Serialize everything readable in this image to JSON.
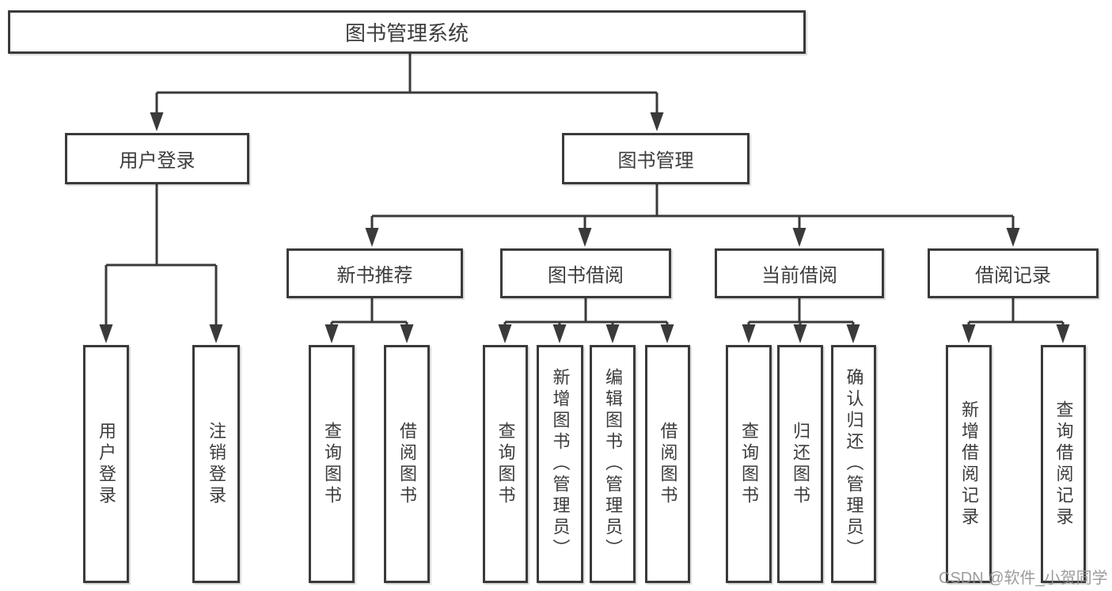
{
  "diagram": {
    "root": {
      "label": "图书管理系统"
    },
    "branches": [
      {
        "label": "用户登录",
        "children": [
          {
            "label": "用户登录"
          },
          {
            "label": "注销登录"
          }
        ]
      },
      {
        "label": "图书管理",
        "children": [
          {
            "label": "新书推荐",
            "children": [
              {
                "label": "查询图书"
              },
              {
                "label": "借阅图书"
              }
            ]
          },
          {
            "label": "图书借阅",
            "children": [
              {
                "label": "查询图书"
              },
              {
                "label": "新增图书（管理员）"
              },
              {
                "label": "编辑图书（管理员）"
              },
              {
                "label": "借阅图书"
              }
            ]
          },
          {
            "label": "当前借阅",
            "children": [
              {
                "label": "查询图书"
              },
              {
                "label": "归还图书"
              },
              {
                "label": "确认归还（管理员）"
              }
            ]
          },
          {
            "label": "借阅记录",
            "children": [
              {
                "label": "新增借阅记录"
              },
              {
                "label": "查询借阅记录"
              }
            ]
          }
        ]
      }
    ]
  },
  "watermark": {
    "text": "CSDN @软件_小贺同学"
  },
  "colors": {
    "line": "#3a3a3a",
    "text": "#3c3c3c",
    "background": "#ffffff",
    "watermark": "#949494"
  }
}
